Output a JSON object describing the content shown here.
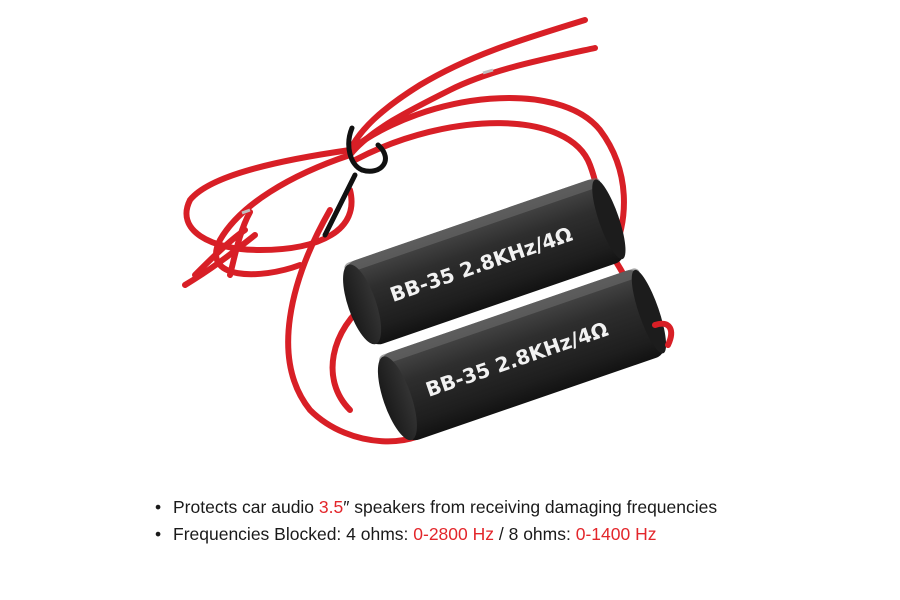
{
  "product_label": "BB-35  2.8KHz/4Ω",
  "bullets": {
    "line1": {
      "bullet": "•",
      "before": "Protects car audio ",
      "highlight": "3.5",
      "after": "″ speakers from receiving damaging frequencies"
    },
    "line2": {
      "bullet": "•",
      "lead": "Frequencies Blocked:  4 ohms: ",
      "range1": "0-2800 Hz",
      "mid": " / 8 ohms: ",
      "range2": "0-1400 Hz"
    }
  },
  "colors": {
    "highlight": "#e3262b",
    "wire": "#d81f26",
    "housing": "#2b2b2b",
    "background": "#ffffff"
  }
}
